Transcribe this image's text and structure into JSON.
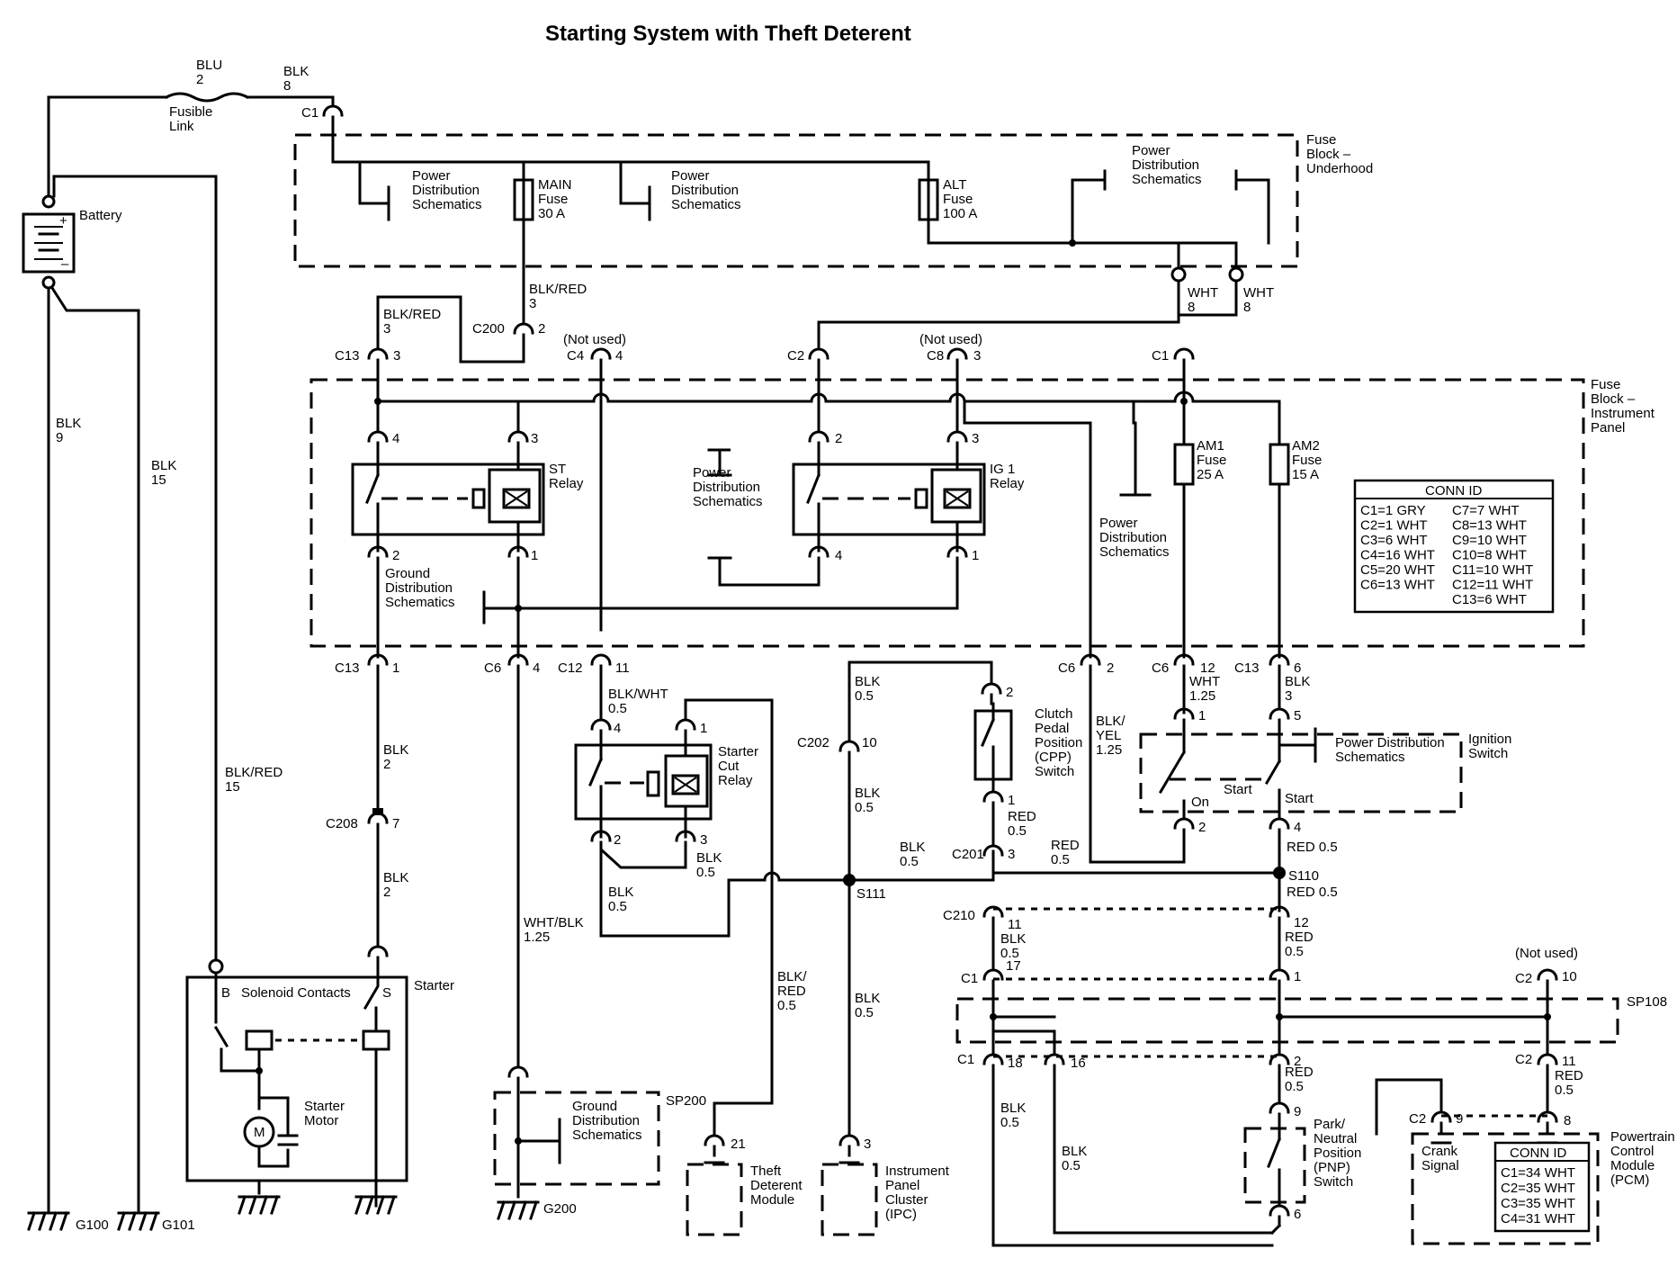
{
  "title": "Starting System with Theft Deterent",
  "battery": {
    "label": "Battery",
    "pos": "+",
    "neg": "–"
  },
  "fusible_link": {
    "label1": "Fusible",
    "label2": "Link",
    "color": "BLU",
    "size": "2"
  },
  "wire_top": {
    "color": "BLK",
    "size": "8"
  },
  "wire_blk9": {
    "color": "BLK",
    "size": "9"
  },
  "wire_blk15": {
    "color": "BLK",
    "size": "15"
  },
  "wire_blkred15": {
    "color": "BLK/RED",
    "size": "15"
  },
  "fuse_block_underhood": {
    "l1": "Fuse",
    "l2": "Block –",
    "l3": "Underhood"
  },
  "fuse_block_ip": {
    "l1": "Fuse",
    "l2": "Block –",
    "l3": "Instrument",
    "l4": "Panel"
  },
  "pds": {
    "l1": "Power",
    "l2": "Distribution",
    "l3": "Schematics"
  },
  "main_fuse": {
    "l1": "MAIN",
    "l2": "Fuse",
    "l3": "30 A"
  },
  "alt_fuse": {
    "l1": "ALT",
    "l2": "Fuse",
    "l3": "100 A"
  },
  "am1_fuse": {
    "l1": "AM1",
    "l2": "Fuse",
    "l3": "25 A"
  },
  "am2_fuse": {
    "l1": "AM2",
    "l2": "Fuse",
    "l3": "15 A"
  },
  "connectors": {
    "c1": "C1",
    "c2": "C2",
    "c4": "C4",
    "c6": "C6",
    "c8": "C8",
    "c12": "C12",
    "c13": "C13",
    "c200": "C200",
    "c201": "C201",
    "c202": "C202",
    "c208": "C208",
    "c210": "C210"
  },
  "pins": {
    "p1": "1",
    "p2": "2",
    "p3": "3",
    "p4": "4",
    "p5": "5",
    "p6": "6",
    "p7": "7",
    "p8": "8",
    "p9": "9",
    "p10": "10",
    "p11": "11",
    "p12": "12",
    "p16": "16",
    "p17": "17",
    "p18": "18",
    "p21": "21"
  },
  "not_used": "(Not used)",
  "wires": {
    "blkred": "BLK/RED",
    "blk": "BLK",
    "wht": "WHT",
    "blkwht": "BLK/WHT",
    "red": "RED",
    "whtblk": "WHT/BLK",
    "blkyel": "BLK/",
    "yel": "YEL",
    "blkslash": "BLK/",
    "red_slash": "RED",
    "s2": "2",
    "s3": "3",
    "s8": "8",
    "s05": "0.5",
    "s125": "1.25",
    "red05": "RED 0.5"
  },
  "st_relay": {
    "l1": "ST",
    "l2": "Relay"
  },
  "ig1_relay": {
    "l1": "IG 1",
    "l2": "Relay"
  },
  "starter_cut_relay": {
    "l1": "Starter",
    "l2": "Cut",
    "l3": "Relay"
  },
  "gds": {
    "l1": "Ground",
    "l2": "Distribution",
    "l3": "Schematics"
  },
  "cpp": {
    "l1": "Clutch",
    "l2": "Pedal",
    "l3": "Position",
    "l4": "(CPP)",
    "l5": "Switch"
  },
  "ignition": {
    "l1": "Ignition",
    "l2": "Switch",
    "pds": "Power Distribution",
    "sch": "Schematics",
    "on": "On",
    "start": "Start"
  },
  "splices": {
    "s110": "S110",
    "s111": "S111",
    "sp108": "SP108",
    "sp200": "SP200"
  },
  "starter": {
    "label": "Starter",
    "b": "B",
    "s": "S",
    "sol": "Solenoid Contacts",
    "m1": "Starter",
    "m2": "Motor",
    "m": "M"
  },
  "grounds": {
    "g100": "G100",
    "g101": "G101",
    "g200": "G200"
  },
  "theft": {
    "l1": "Theft",
    "l2": "Deterent",
    "l3": "Module"
  },
  "ipc": {
    "l1": "Instrument",
    "l2": "Panel",
    "l3": "Cluster",
    "l4": "(IPC)"
  },
  "pnp": {
    "l1": "Park/",
    "l2": "Neutral",
    "l3": "Position",
    "l4": "(PNP)",
    "l5": "Switch"
  },
  "pcm": {
    "l1": "Powertrain",
    "l2": "Control",
    "l3": "Module",
    "l4": "(PCM)",
    "crank1": "Crank",
    "crank2": "Signal"
  },
  "conn_id_table": {
    "header": "CONN ID",
    "left": [
      "C1=1 GRY",
      "C2=1 WHT",
      "C3=6 WHT",
      "C4=16 WHT",
      "C5=20 WHT",
      "C6=13 WHT"
    ],
    "right": [
      "C7=7 WHT",
      "C8=13 WHT",
      "C9=10 WHT",
      "C10=8 WHT",
      "C11=10 WHT",
      "C12=11 WHT",
      "C13=6 WHT"
    ]
  },
  "pcm_conn_id": {
    "header": "CONN ID",
    "rows": [
      "C1=34 WHT",
      "C2=35 WHT",
      "C3=35 WHT",
      "C4=31 WHT"
    ]
  }
}
